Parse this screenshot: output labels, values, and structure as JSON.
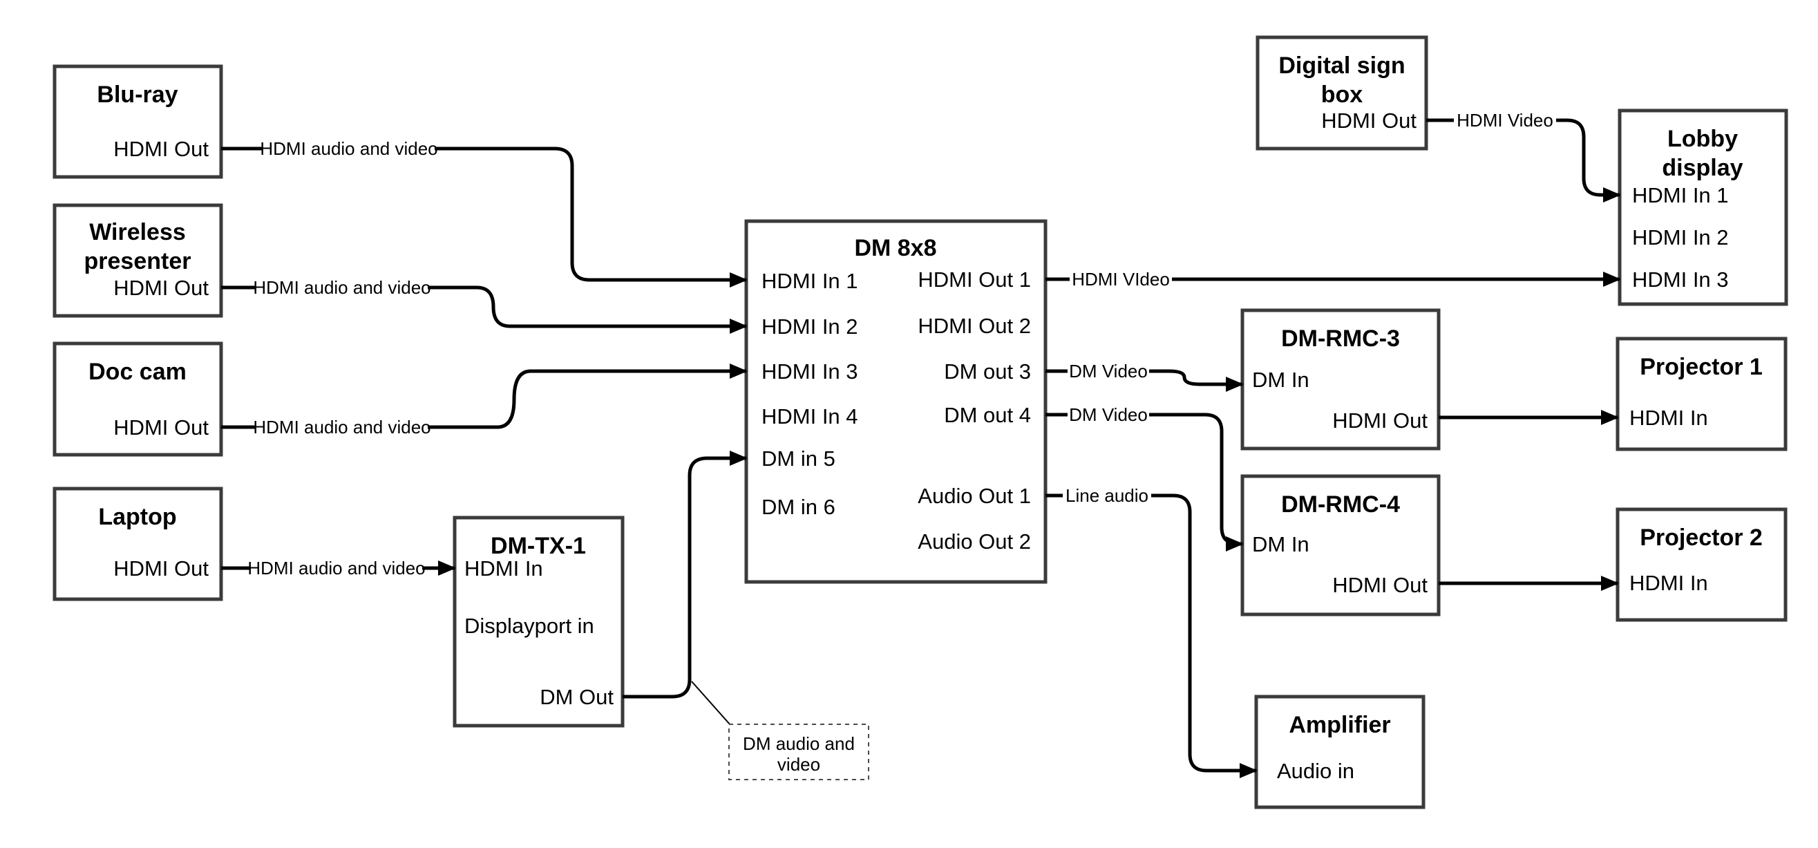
{
  "diagram_type": "av-signal-flow-diagram",
  "colors": {
    "background": "#ffffff",
    "box_border": "#3b3b3b",
    "line": "#000000",
    "text": "#000000"
  },
  "nodes": {
    "bluray": {
      "title": "Blu-ray",
      "ports": {
        "hdmi_out": "HDMI Out"
      }
    },
    "wireless": {
      "title_line1": "Wireless",
      "title_line2": "presenter",
      "ports": {
        "hdmi_out": "HDMI Out"
      }
    },
    "doccam": {
      "title": "Doc cam",
      "ports": {
        "hdmi_out": "HDMI Out"
      }
    },
    "laptop": {
      "title": "Laptop",
      "ports": {
        "hdmi_out": "HDMI Out"
      }
    },
    "dmtx1": {
      "title": "DM-TX-1",
      "ports": {
        "hdmi_in": "HDMI In",
        "displayport_in": "Displayport in",
        "dm_out": "DM Out"
      }
    },
    "dm8x8": {
      "title": "DM 8x8",
      "ports": {
        "hdmi_in_1": "HDMI In 1",
        "hdmi_in_2": "HDMI In 2",
        "hdmi_in_3": "HDMI In 3",
        "hdmi_in_4": "HDMI In 4",
        "dm_in_5": "DM in 5",
        "dm_in_6": "DM in 6",
        "hdmi_out_1": "HDMI Out 1",
        "hdmi_out_2": "HDMI Out 2",
        "dm_out_3": "DM out 3",
        "dm_out_4": "DM out 4",
        "audio_out_1": "Audio Out 1",
        "audio_out_2": "Audio Out 2"
      }
    },
    "digital_sign": {
      "title_line1": "Digital sign",
      "title_line2": "box",
      "ports": {
        "hdmi_out": "HDMI Out"
      }
    },
    "lobby": {
      "title_line1": "Lobby",
      "title_line2": "display",
      "ports": {
        "hdmi_in_1": "HDMI In 1",
        "hdmi_in_2": "HDMI In 2",
        "hdmi_in_3": "HDMI In 3"
      }
    },
    "dmrmc3": {
      "title": "DM-RMC-3",
      "ports": {
        "dm_in": "DM In",
        "hdmi_out": "HDMI Out"
      }
    },
    "projector1": {
      "title": "Projector 1",
      "ports": {
        "hdmi_in": "HDMI In"
      }
    },
    "dmrmc4": {
      "title": "DM-RMC-4",
      "ports": {
        "dm_in": "DM In",
        "hdmi_out": "HDMI Out"
      }
    },
    "projector2": {
      "title": "Projector 2",
      "ports": {
        "hdmi_in": "HDMI In"
      }
    },
    "amplifier": {
      "title": "Amplifier",
      "ports": {
        "audio_in": "Audio in"
      }
    }
  },
  "edges": {
    "bluray_to_dm8x8": {
      "label": "HDMI audio and video"
    },
    "wireless_to_dm8x8": {
      "label": "HDMI audio and video"
    },
    "doccam_to_dm8x8": {
      "label": "HDMI audio and video"
    },
    "laptop_to_dmtx1": {
      "label": "HDMI audio and video"
    },
    "dm8x8_hdmiout1_to_lobby": {
      "label": "HDMI VIdeo"
    },
    "digitalsign_to_lobby": {
      "label": "HDMI Video"
    },
    "dm8x8_dmout3_to_rmc3": {
      "label": "DM Video"
    },
    "dm8x8_dmout4_to_rmc4": {
      "label": "DM Video"
    },
    "dm8x8_audioout1_to_amp": {
      "label": "Line audio"
    }
  },
  "callout": {
    "line1": "DM audio and",
    "line2": "video"
  }
}
